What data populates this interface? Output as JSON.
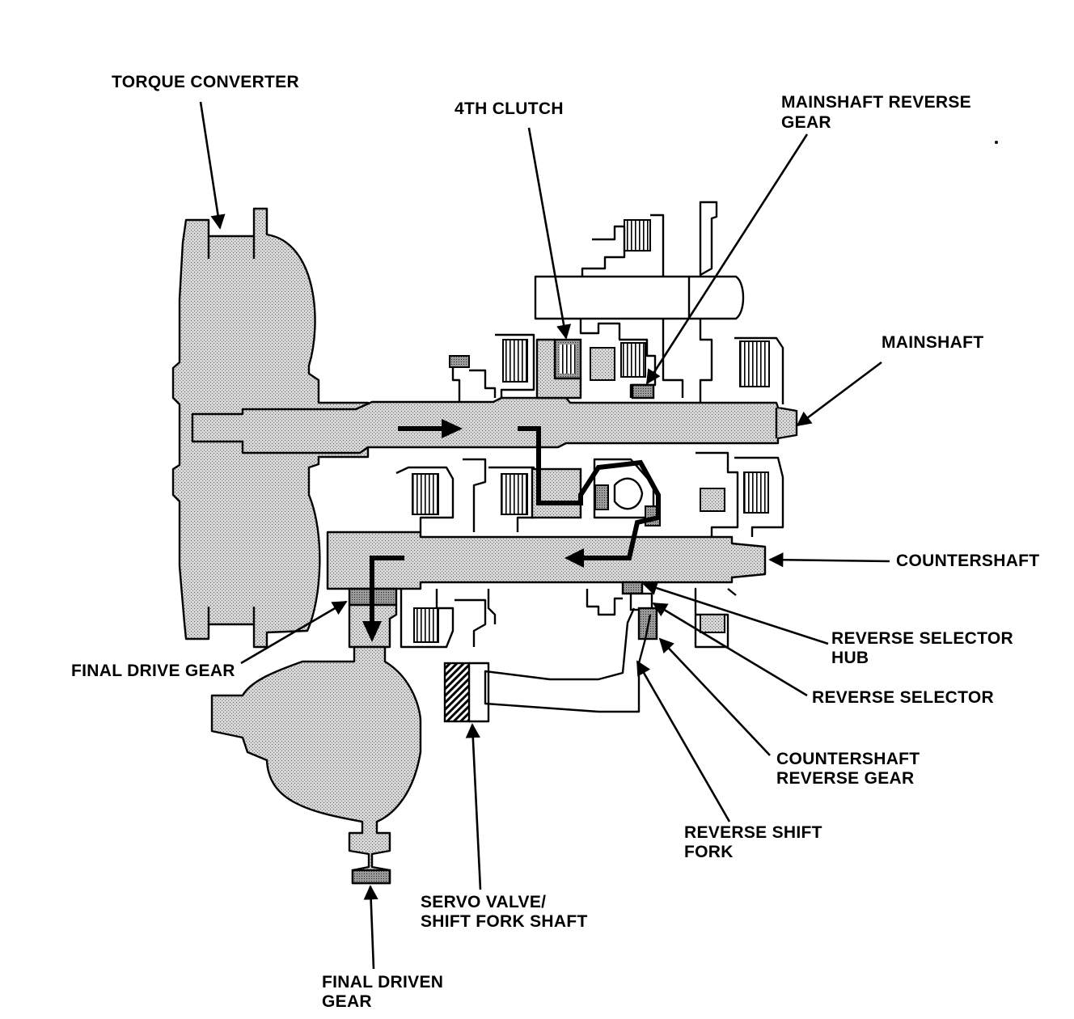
{
  "labels": {
    "torque_converter": "TORQUE CONVERTER",
    "fourth_clutch": "4TH CLUTCH",
    "mainshaft_reverse_gear_1": "MAINSHAFT REVERSE",
    "mainshaft_reverse_gear_2": "GEAR",
    "mainshaft": "MAINSHAFT",
    "countershaft": "COUNTERSHAFT",
    "reverse_selector_hub_1": "REVERSE SELECTOR",
    "reverse_selector_hub_2": "HUB",
    "reverse_selector": "REVERSE SELECTOR",
    "countershaft_reverse_gear_1": "COUNTERSHAFT",
    "countershaft_reverse_gear_2": "REVERSE GEAR",
    "reverse_shift_fork_1": "REVERSE SHIFT",
    "reverse_shift_fork_2": "FORK",
    "servo_valve_1": "SERVO VALVE/",
    "servo_valve_2": "SHIFT FORK SHAFT",
    "final_drive_gear": "FINAL DRIVE GEAR",
    "final_driven_gear_1": "FINAL DRIVEN",
    "final_driven_gear_2": "GEAR"
  }
}
